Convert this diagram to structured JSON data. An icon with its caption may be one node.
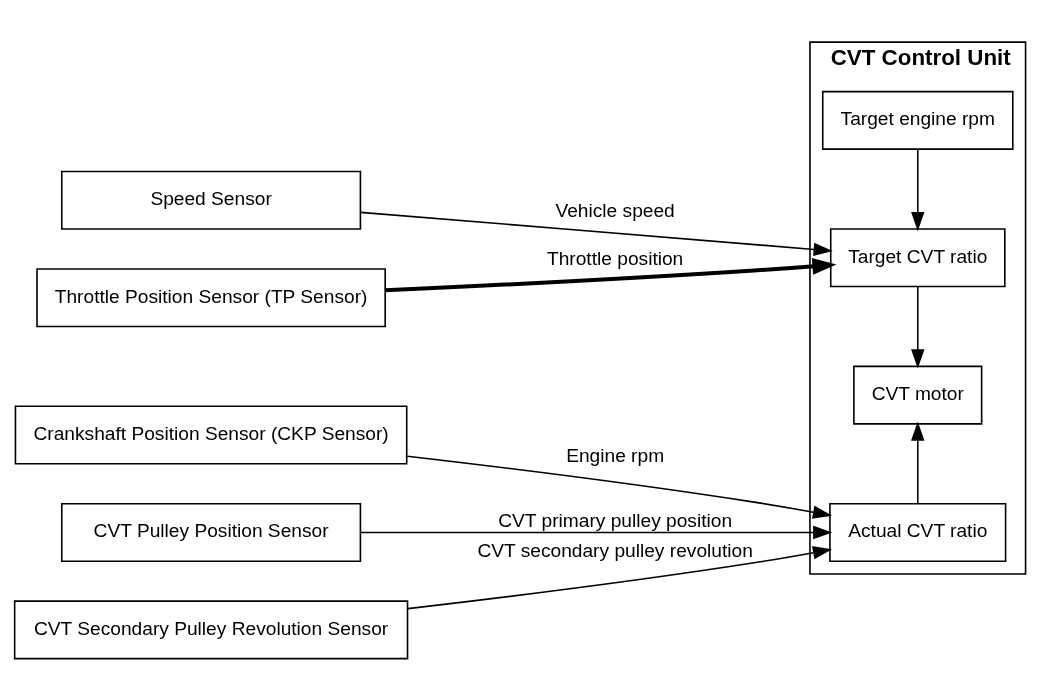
{
  "diagram": {
    "nodes": [
      {
        "text": [
          "CVT Control Unit"
        ]
      },
      {
        "text": [
          "Target engine rpm"
        ],
        "in": 0
      },
      {
        "text": [
          "Target CVT ratio"
        ],
        "in": 0
      },
      {
        "text": [
          "CVT motor"
        ],
        "in": 0
      },
      {
        "text": [
          "Actual CVT ratio"
        ],
        "in": 0
      },
      {
        "text": [
          "Speed Sensor"
        ]
      },
      {
        "text": [
          "Throttle Position Sensor (TP Sensor)"
        ]
      },
      {
        "text": [
          "Crankshaft Position Sensor (CKP Sensor)"
        ]
      },
      {
        "text": [
          "CVT Pulley Position Sensor"
        ]
      },
      {
        "text": [
          "CVT Secondary Pulley Revolution Sensor"
        ]
      }
    ],
    "edges": [
      {
        "from": 5,
        "to": 2,
        "arrow": "to",
        "label": "Vehicle speed"
      },
      {
        "from": 6,
        "to": 2,
        "arrow": "to",
        "label": "Throttle position",
        "style": "thick"
      },
      {
        "from": 1,
        "to": 2,
        "arrow": "to"
      },
      {
        "from": 2,
        "to": 3,
        "arrow": "to"
      },
      {
        "from": 4,
        "to": 3,
        "arrow": "to"
      },
      {
        "from": 7,
        "to": 4,
        "arrow": "to",
        "label": "Engine rpm"
      },
      {
        "from": 8,
        "to": 4,
        "arrow": "to",
        "label": "CVT primary pulley position"
      },
      {
        "from": 9,
        "to": 4,
        "arrow": "to",
        "label": "CVT secondary pulley revolution"
      }
    ]
  }
}
